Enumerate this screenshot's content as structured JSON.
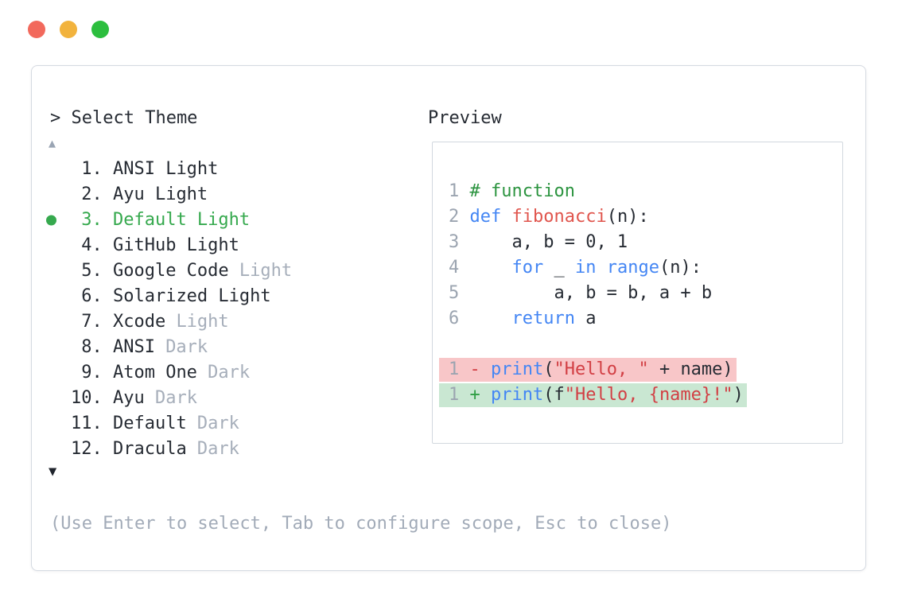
{
  "window": {
    "controls": {
      "close_color": "#f2695c",
      "minimize_color": "#f2b33d",
      "zoom_color": "#2cbe3e"
    }
  },
  "picker": {
    "prompt": "> Select Theme",
    "scroll_up_glyph": "▲",
    "scroll_down_glyph": "▼",
    "hint": "(Use Enter to select, Tab to configure scope, Esc to close)",
    "selected_index": 2,
    "items": [
      {
        "number": "1.",
        "label": "ANSI Light",
        "muted": ""
      },
      {
        "number": "2.",
        "label": "Ayu Light",
        "muted": ""
      },
      {
        "number": "3.",
        "label": "Default Light",
        "muted": ""
      },
      {
        "number": "4.",
        "label": "GitHub Light",
        "muted": ""
      },
      {
        "number": "5.",
        "label": "Google Code",
        "muted": "Light"
      },
      {
        "number": "6.",
        "label": "Solarized Light",
        "muted": ""
      },
      {
        "number": "7.",
        "label": "Xcode",
        "muted": "Light"
      },
      {
        "number": "8.",
        "label": "ANSI",
        "muted": "Dark"
      },
      {
        "number": "9.",
        "label": "Atom One",
        "muted": "Dark"
      },
      {
        "number": "10.",
        "label": "Ayu",
        "muted": "Dark"
      },
      {
        "number": "11.",
        "label": "Default",
        "muted": "Dark"
      },
      {
        "number": "12.",
        "label": "Dracula",
        "muted": "Dark"
      }
    ]
  },
  "preview": {
    "label": "Preview",
    "code_lines": [
      {
        "num": "1",
        "tokens": [
          {
            "t": "# function",
            "c": "comment"
          }
        ]
      },
      {
        "num": "2",
        "tokens": [
          {
            "t": "def",
            "c": "kw"
          },
          {
            "t": " ",
            "c": "plain"
          },
          {
            "t": "fibonacci",
            "c": "fn"
          },
          {
            "t": "(n):",
            "c": "plain"
          }
        ]
      },
      {
        "num": "3",
        "tokens": [
          {
            "t": "    a, b = 0, 1",
            "c": "plain"
          }
        ]
      },
      {
        "num": "4",
        "tokens": [
          {
            "t": "    ",
            "c": "plain"
          },
          {
            "t": "for",
            "c": "kw"
          },
          {
            "t": " _ ",
            "c": "plain"
          },
          {
            "t": "in",
            "c": "kw"
          },
          {
            "t": " ",
            "c": "plain"
          },
          {
            "t": "range",
            "c": "kw"
          },
          {
            "t": "(n):",
            "c": "plain"
          }
        ]
      },
      {
        "num": "5",
        "tokens": [
          {
            "t": "        a, b = b, a + b",
            "c": "plain"
          }
        ]
      },
      {
        "num": "6",
        "tokens": [
          {
            "t": "    ",
            "c": "plain"
          },
          {
            "t": "return",
            "c": "kw"
          },
          {
            "t": " a",
            "c": "plain"
          }
        ]
      },
      {
        "num": "",
        "tokens": []
      },
      {
        "num": "1",
        "diff": "removed",
        "tokens": [
          {
            "t": "-",
            "c": "del"
          },
          {
            "t": " ",
            "c": "plain"
          },
          {
            "t": "print",
            "c": "kw"
          },
          {
            "t": "(",
            "c": "plain"
          },
          {
            "t": "\"Hello, \"",
            "c": "str"
          },
          {
            "t": " + name)",
            "c": "plain"
          }
        ]
      },
      {
        "num": "1",
        "diff": "added",
        "tokens": [
          {
            "t": "+",
            "c": "add"
          },
          {
            "t": " ",
            "c": "plain"
          },
          {
            "t": "print",
            "c": "kw"
          },
          {
            "t": "(f",
            "c": "plain"
          },
          {
            "t": "\"Hello, {name}!\"",
            "c": "str"
          },
          {
            "t": ")",
            "c": "plain"
          }
        ]
      }
    ]
  },
  "colors": {
    "text_dark": "#262b33",
    "text_muted": "#a6aeba",
    "hint_gray": "#a2abb8",
    "line_number_gray": "#9ba4b0",
    "selected_green": "#36a94e",
    "comment_green": "#2c9440",
    "keyword_blue": "#4486f4",
    "function_red": "#e0554d",
    "string_red": "#d23f44",
    "diff_add_green": "#2f9e44",
    "diff_removed_bg": "#f8c6c8",
    "diff_added_bg": "#c9e7d2",
    "panel_border": "#d5dae1",
    "preview_border": "#d2d8df",
    "scroll_up_gray": "#9aa5b4",
    "scroll_down_dark": "#20252d"
  }
}
